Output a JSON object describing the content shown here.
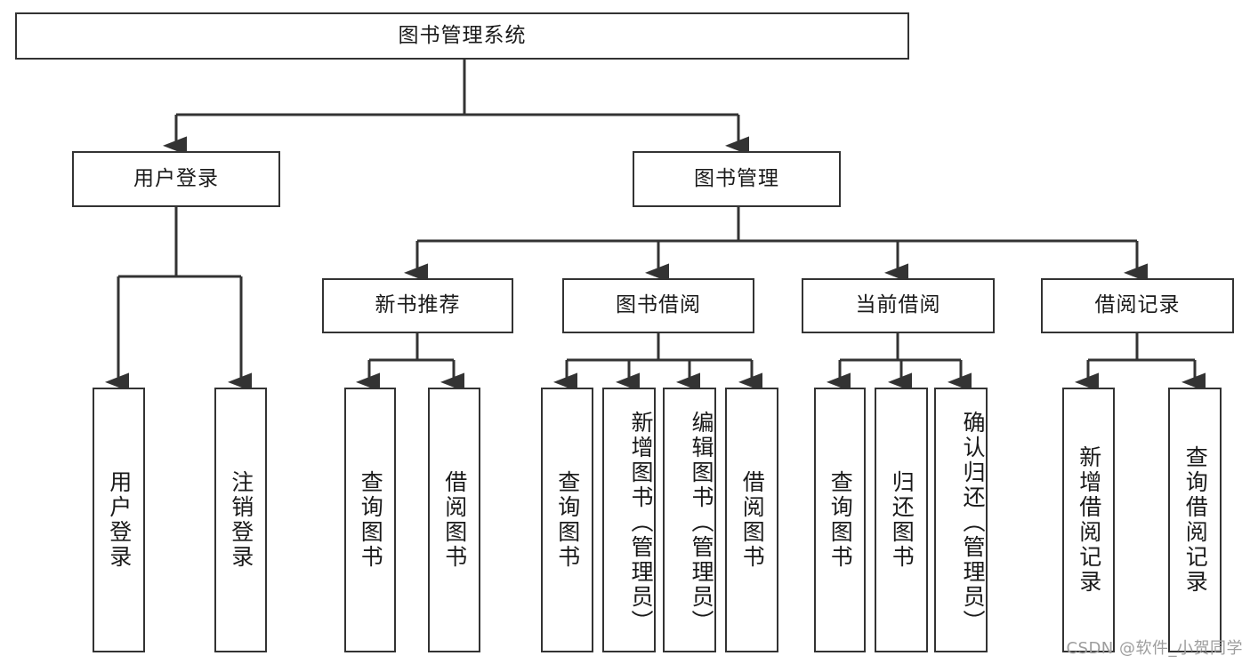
{
  "diagram": {
    "title": "图书管理系统",
    "type": "tree-hierarchy-diagram",
    "watermark": "CSDN @软件_小贺同学",
    "colors": {
      "stroke": "#333333",
      "fill": "#ffffff",
      "text": "#1a1a1a",
      "watermark": "#9d9d9d"
    },
    "root": {
      "label": "图书管理系统"
    },
    "level2": [
      {
        "label": "用户登录"
      },
      {
        "label": "图书管理"
      }
    ],
    "level3": [
      {
        "label": "新书推荐"
      },
      {
        "label": "图书借阅"
      },
      {
        "label": "当前借阅"
      },
      {
        "label": "借阅记录"
      }
    ],
    "leaves": {
      "user_login": [
        {
          "label": "用户登录"
        },
        {
          "label": "注销登录"
        }
      ],
      "new_book_recommend": [
        {
          "label": "查询图书"
        },
        {
          "label": "借阅图书"
        }
      ],
      "book_borrow": [
        {
          "label": "查询图书"
        },
        {
          "label": "新增图书（管理员）"
        },
        {
          "label": "编辑图书（管理员）"
        },
        {
          "label": "借阅图书"
        }
      ],
      "current_borrow": [
        {
          "label": "查询图书"
        },
        {
          "label": "归还图书"
        },
        {
          "label": "确认归还（管理员）"
        }
      ],
      "borrow_record": [
        {
          "label": "新增借阅记录"
        },
        {
          "label": "查询借阅记录"
        }
      ]
    }
  }
}
